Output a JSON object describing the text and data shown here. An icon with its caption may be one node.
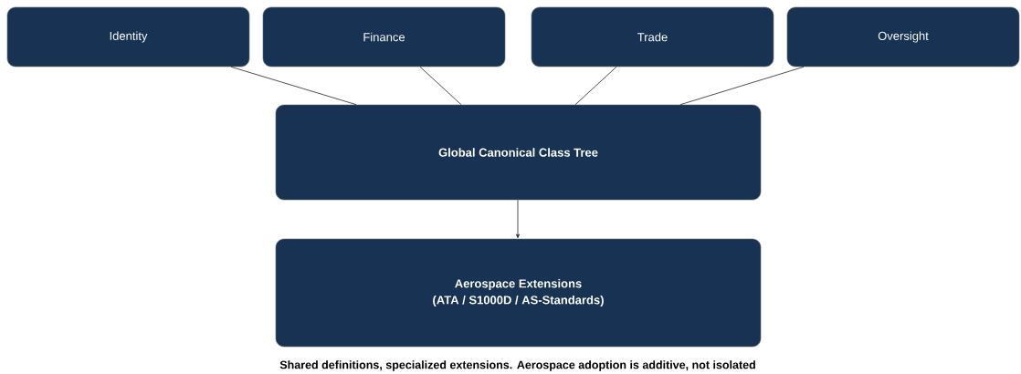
{
  "diagram": {
    "caption": "Shared definitions, specialized extensions.  Aerospace adoption is additive, not isolated",
    "nodes": [
      {
        "text": [
          "Identity"
        ]
      },
      {
        "text": [
          "Finance"
        ]
      },
      {
        "text": [
          "Trade"
        ]
      },
      {
        "text": [
          "Oversight"
        ]
      },
      {
        "text": [
          "Global Canonical Class Tree"
        ]
      },
      {
        "text": [
          "Aerospace Extensions",
          "(ATA / S1000D / AS-Standards)"
        ]
      }
    ],
    "edges": [
      {
        "from": 0,
        "to": 4,
        "arrow": "none"
      },
      {
        "from": 1,
        "to": 4,
        "arrow": "none"
      },
      {
        "from": 2,
        "to": 4,
        "arrow": "none"
      },
      {
        "from": 3,
        "to": 4,
        "arrow": "none"
      },
      {
        "from": 4,
        "to": 5,
        "arrow": "to"
      }
    ]
  }
}
